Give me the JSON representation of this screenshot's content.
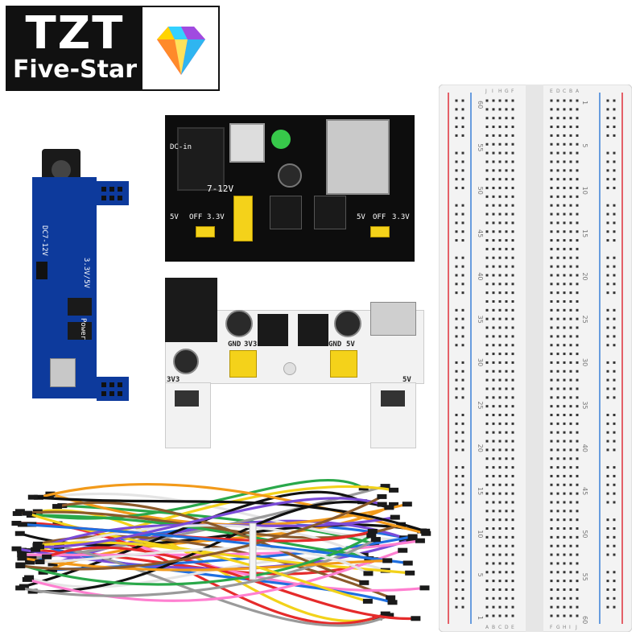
{
  "logo": {
    "brand": "TZT",
    "tagline": "Five-Star"
  },
  "labels": {
    "black_board_dcin": "DC-in",
    "black_board_voltage": "7-12V",
    "black_board_5v_left": "5V",
    "black_board_off_left": "OFF",
    "black_board_33_left": "3.3V",
    "black_board_5v_right": "5V",
    "black_board_off_right": "OFF",
    "black_board_33_right": "3.3V",
    "blue_board_dc": "DC7-12V",
    "blue_board_out": "3.3V/5V",
    "blue_board_power": "Power",
    "white_board_gnd_left": "GND",
    "white_board_3v3_left": "3V3",
    "white_board_gnd_right": "GND",
    "white_board_5v_right": "5V",
    "white_board_3v3_bottom": "3V3",
    "white_board_5v_bottom": "5V"
  },
  "breadboard": {
    "row_numbers_left": [
      "60",
      "55",
      "50",
      "45",
      "40",
      "35",
      "30",
      "25",
      "20",
      "15",
      "10",
      "5",
      "1"
    ],
    "row_numbers_right": [
      "1",
      "5",
      "10",
      "15",
      "20",
      "25",
      "30",
      "35",
      "40",
      "45",
      "50",
      "55",
      "60"
    ],
    "col_letters_top": [
      "J",
      "I",
      "H",
      "G",
      "F",
      "E",
      "D",
      "C",
      "B",
      "A"
    ],
    "col_letters_bottom": [
      "A",
      "B",
      "C",
      "D",
      "E",
      "F",
      "G",
      "H",
      "I",
      "J"
    ]
  },
  "colors": {
    "rail_red": "#e0303a",
    "rail_blue": "#3a7fd8",
    "header_yellow": "#f4d21a",
    "pcb_blue": "#0d3a9c",
    "gem_pink": "#ff3db0",
    "gem_yellow": "#ffd400",
    "gem_cyan": "#33d1ff"
  },
  "wires": {
    "colors": [
      "#e52b2b",
      "#1f6fe0",
      "#f29a1a",
      "#2aa84a",
      "#f2d21a",
      "#111111",
      "#7a4bd8",
      "#ffffff",
      "#8b5a2b",
      "#ff7fd0",
      "#9a9a9a"
    ]
  }
}
